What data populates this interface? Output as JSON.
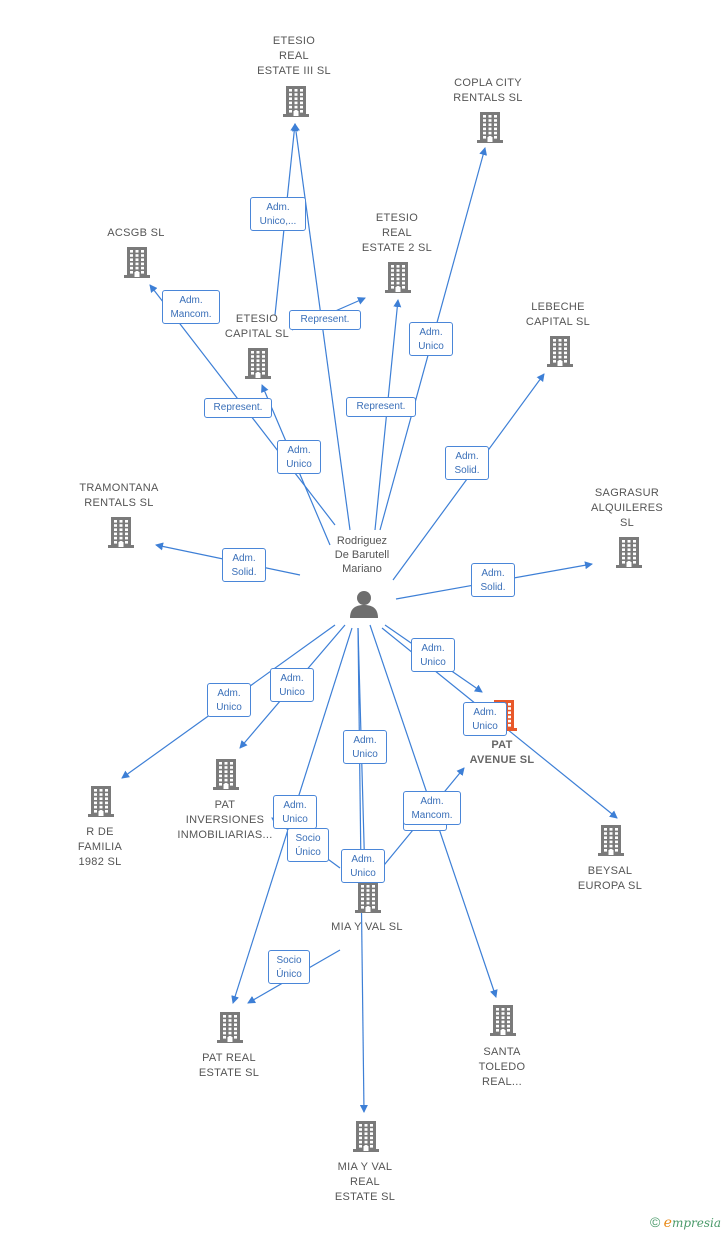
{
  "center": {
    "label": "Rodriguez\nDe Barutell\nMariano"
  },
  "nodes": [
    {
      "id": "etesio3",
      "label": "ETESIO\nREAL\nESTATE III  SL"
    },
    {
      "id": "copla",
      "label": "COPLA CITY\nRENTALS  SL"
    },
    {
      "id": "acsgb",
      "label": "ACSGB  SL"
    },
    {
      "id": "etesio2",
      "label": "ETESIO\nREAL\nESTATE 2  SL"
    },
    {
      "id": "etesiocap",
      "label": "ETESIO\nCAPITAL  SL"
    },
    {
      "id": "lebeche",
      "label": "LEBECHE\nCAPITAL  SL"
    },
    {
      "id": "tramontana",
      "label": "TRAMONTANA\nRENTALS  SL"
    },
    {
      "id": "sagrasur",
      "label": "SAGRASUR\nALQUILERES\nSL"
    },
    {
      "id": "pat",
      "label": "PAT\nAVENUE  SL"
    },
    {
      "id": "patinv",
      "label": "PAT\nINVERSIONES\nINMOBILIARIAS..."
    },
    {
      "id": "rdf",
      "label": "R DE\nFAMILIA\n1982  SL"
    },
    {
      "id": "beysal",
      "label": "BEYSAL\nEUROPA  SL"
    },
    {
      "id": "miayval",
      "label": "MIA Y VAL  SL"
    },
    {
      "id": "patreal",
      "label": "PAT REAL\nESTATE  SL"
    },
    {
      "id": "santa",
      "label": "SANTA\nTOLEDO\nREAL..."
    },
    {
      "id": "miareal",
      "label": "MIA Y VAL\nREAL\nESTATE  SL"
    }
  ],
  "roles": [
    "Adm.\nUnico,...",
    "Adm.\nMancom.",
    "Adm.\nUnico",
    "Represent.",
    "Represent.",
    "Adm.\nUnico",
    "Represent.",
    "Adm.\nUnico",
    "Adm.\nSolid.",
    "Adm.\nSolid.",
    "Adm.\nSolid.",
    "Adm.\nUnico",
    "Adm.\nUnico",
    "Adm.\nUnico",
    "Adm.\nUnico",
    "Adm.\nUnico",
    "Adm.\nUnico",
    "Socio\nÚnico",
    "Adm.\nUnico",
    "Adm.\nMancom.",
    "Socio\nÚnico"
  ],
  "colors": {
    "edge": "#3d7fd6",
    "node": "#7a7a7a",
    "highlight": "#e8582a",
    "role_border": "#4a86d8"
  },
  "brand": {
    "copyright": "©",
    "e": "e",
    "rest": "mpresia"
  }
}
